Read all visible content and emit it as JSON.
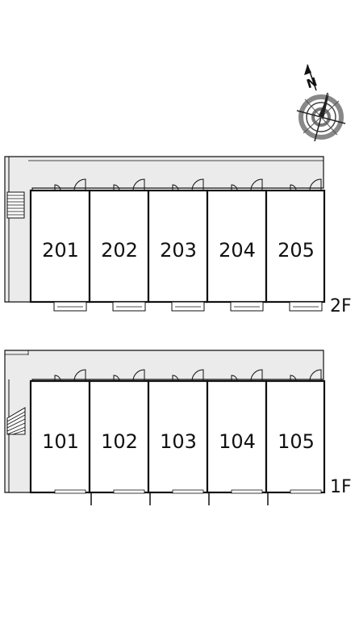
{
  "compass": {
    "north_label": "N",
    "icon": "compass-rose-icon"
  },
  "floors": [
    {
      "id": "2F",
      "label": "2F",
      "units": [
        "201",
        "202",
        "203",
        "204",
        "205"
      ]
    },
    {
      "id": "1F",
      "label": "1F",
      "units": [
        "101",
        "102",
        "103",
        "104",
        "105"
      ]
    }
  ],
  "colors": {
    "corridor": "#ebebeb",
    "line": "#111111"
  }
}
